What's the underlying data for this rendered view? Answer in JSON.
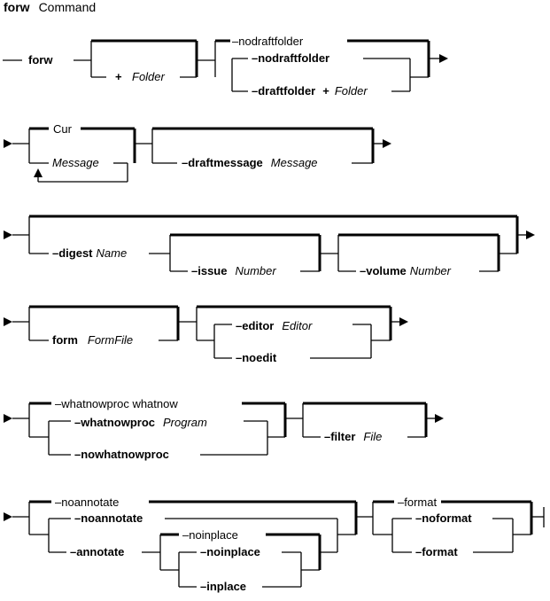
{
  "title": {
    "command": "forw",
    "word": "Command"
  },
  "row1": {
    "command": "forw",
    "folder_plus": "+",
    "folder_param": "Folder",
    "nodraftfolder_default": "–nodraftfolder",
    "nodraftfolder_flag": "–nodraftfolder",
    "draftfolder_flag": "–draftfolder",
    "draftfolder_plus": "+",
    "draftfolder_param": "Folder"
  },
  "row2": {
    "cur_default": "Cur",
    "message_param": "Message",
    "draftmessage_flag": "–draftmessage",
    "draftmessage_param": "Message"
  },
  "row3": {
    "digest_flag": "–digest",
    "digest_param": "Name",
    "issue_flag": "–issue",
    "issue_param": "Number",
    "volume_flag": "–volume",
    "volume_param": "Number"
  },
  "row4": {
    "form_flag": "form",
    "form_param": "FormFile",
    "editor_flag": "–editor",
    "editor_param": "Editor",
    "noedit_flag": "–noedit"
  },
  "row5": {
    "whatnow_default": "–whatnowproc whatnow",
    "whatnowproc_flag": "–whatnowproc",
    "whatnowproc_param": "Program",
    "nowhatnowproc_flag": "–nowhatnowproc",
    "filter_flag": "–filter",
    "filter_param": "File"
  },
  "row6": {
    "noannotate_default": "–noannotate",
    "noannotate_flag": "–noannotate",
    "annotate_flag": "–annotate",
    "noinplace_default": "–noinplace",
    "noinplace_flag": "–noinplace",
    "inplace_flag": "–inplace",
    "format_default": "–format",
    "noformat_flag": "–noformat",
    "format_flag": "–format"
  }
}
